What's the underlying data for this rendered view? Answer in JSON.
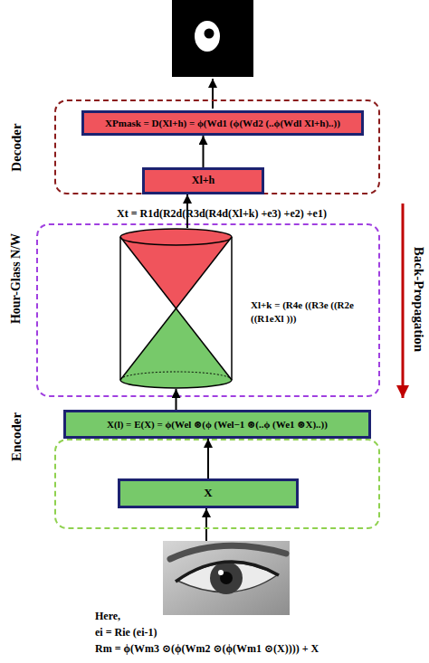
{
  "diagram": {
    "nodes": [
      {
        "text": [
          "Decoder"
        ]
      },
      {
        "text": [
          "XPmask = D(Xl+h) = ϕ(Wd1 (ϕ(Wd2 (..ϕ(Wdl Xl+h)..))"
        ],
        "in": 0
      },
      {
        "text": [
          "Xl+h"
        ],
        "in": 0
      },
      {
        "text": [
          "Hour-Glass N/W"
        ]
      },
      {
        "text": [
          "Xl+k = (R4e ((R3e ((R2e ((R1eXl )))"
        ],
        "in": 3
      },
      {
        "text": [
          "X(l) = E(X) = ϕ(Wel ⊛(ϕ (Wel−1 ⊛(..ϕ (We1 ⊛X)..))"
        ]
      },
      {
        "text": [
          "Encoder"
        ]
      },
      {
        "text": [
          "X"
        ],
        "in": 6
      }
    ],
    "edges": [
      {
        "from": 7,
        "to": 5,
        "arrow": "to"
      },
      {
        "from": 5,
        "to": 4,
        "arrow": "to"
      },
      {
        "from": 4,
        "to": 2,
        "arrow": "to",
        "label": "Xt = R1d(R2d(R3d(R4d(Xl+k) +e3) +e2) +e1)"
      },
      {
        "from": 2,
        "to": 1,
        "arrow": "to"
      }
    ],
    "labels": [
      "Back-Propagation",
      "Here,",
      "ei = Rie (ei-1)",
      "Rm = ϕ(Wm3 ⊙(ϕ(Wm2 ⊙(ϕ(Wm1 ⊙(X)))) + X"
    ]
  }
}
